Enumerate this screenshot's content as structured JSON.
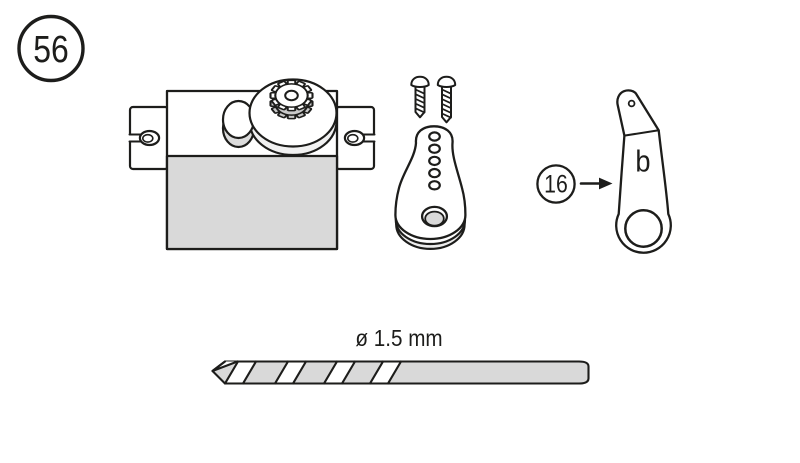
{
  "colors": {
    "line": "#1d1d1b",
    "light_gray_fill": "#d9d9d9",
    "rim_gray": "#ececec",
    "gear_side_gray": "#c9c9c9",
    "accent_red": "#e30613",
    "background": "#ffffff"
  },
  "step_badge": {
    "number": "56"
  },
  "callout": {
    "ref_number": "16"
  },
  "parts": {
    "servo_arm_b": {
      "label": "b"
    },
    "drill_bit": {
      "label": "ø 1.5 mm"
    }
  },
  "illustration": {
    "parts_shown": [
      "servo-motor",
      "mounting-screws",
      "servo-horn",
      "servo-arm-b",
      "drill-bit"
    ]
  }
}
